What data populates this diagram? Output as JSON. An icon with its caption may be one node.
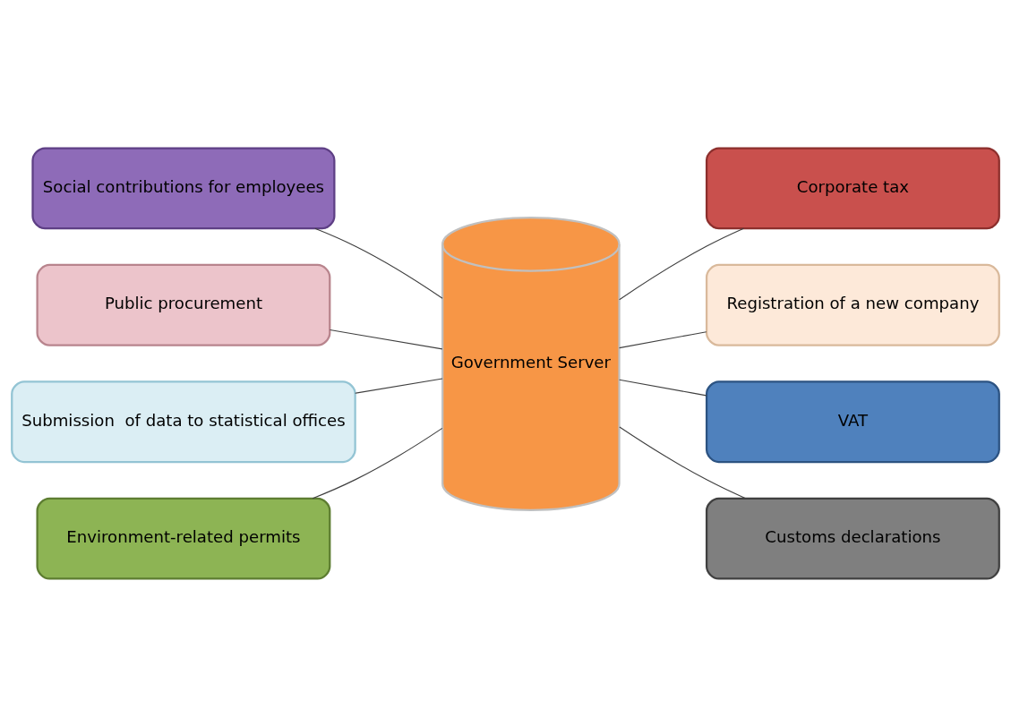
{
  "diagram": {
    "nodes": [
      {
        "text": [
          "Social contributions for employees"
        ]
      },
      {
        "text": [
          "Corporate tax"
        ]
      },
      {
        "text": [
          "Public procurement"
        ]
      },
      {
        "text": [
          "Registration of a new company"
        ]
      },
      {
        "text": [
          "Government Server"
        ]
      },
      {
        "text": [
          "Submission  of data to statistical offices"
        ]
      },
      {
        "text": [
          "VAT"
        ]
      },
      {
        "text": [
          "Environment-related permits"
        ]
      },
      {
        "text": [
          "Customs declarations"
        ]
      }
    ],
    "edges": [
      {
        "from": 0,
        "to": 4,
        "arrow": "none"
      },
      {
        "from": 4,
        "to": 1,
        "arrow": "none"
      },
      {
        "from": 2,
        "to": 4,
        "arrow": "none"
      },
      {
        "from": 4,
        "to": 3,
        "arrow": "none"
      },
      {
        "from": 5,
        "to": 4,
        "arrow": "none"
      },
      {
        "from": 4,
        "to": 6,
        "arrow": "none"
      },
      {
        "from": 7,
        "to": 4,
        "arrow": "none"
      },
      {
        "from": 4,
        "to": 8,
        "arrow": "none"
      }
    ]
  }
}
